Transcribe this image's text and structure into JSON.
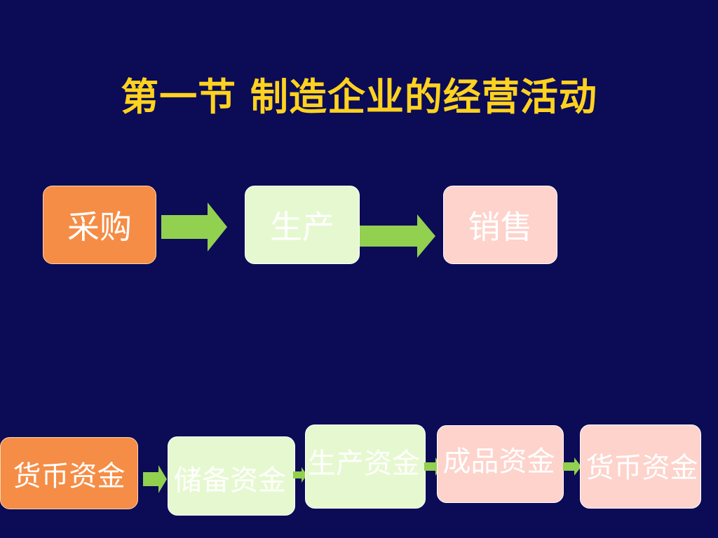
{
  "title": "第一节  制造企业的经营活动",
  "row1": [
    {
      "label": "采购",
      "style": "orange"
    },
    {
      "label": "生产",
      "style": "green"
    },
    {
      "label": "销售",
      "style": "pink"
    }
  ],
  "row2": [
    {
      "label": "货币资金",
      "style": "orange"
    },
    {
      "label": "储备资金",
      "style": "green"
    },
    {
      "label": "生产资金",
      "style": "green"
    },
    {
      "label": "成品资金",
      "style": "pink"
    },
    {
      "label": "货币资金",
      "style": "pink"
    }
  ],
  "colors": {
    "background": "#0b0b56",
    "title": "#ffd21f",
    "orange_box": "#f58d46",
    "green_box": "#e6f8cf",
    "pink_box": "#fdd3cc",
    "arrow": "#92d050"
  },
  "icons": {
    "arrow": "right-arrow-icon"
  }
}
